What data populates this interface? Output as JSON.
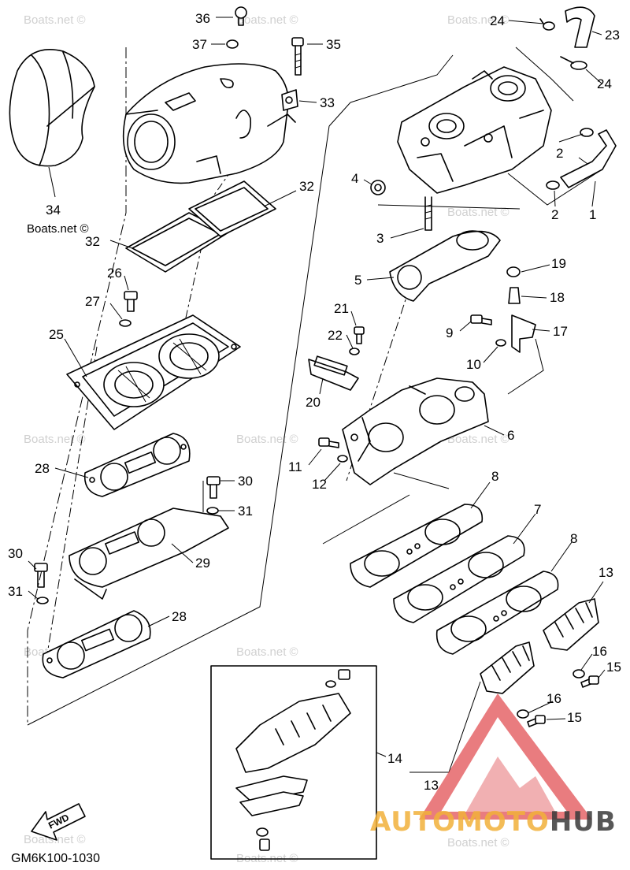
{
  "diagram_code": "GM6K100-1030",
  "credit_text": "Boats.net ©",
  "fwd_label": "FWD",
  "watermark": {
    "text": "Boats.net ©",
    "brand_part1": "AUTOMOTO",
    "brand_part2": "HUB",
    "brand_color1": "#f2b13a",
    "brand_color2": "#3a3a3a",
    "logo_color": "#e0454a"
  },
  "callouts": [
    {
      "id": "c36",
      "label": "36"
    },
    {
      "id": "c37",
      "label": "37"
    },
    {
      "id": "c35",
      "label": "35"
    },
    {
      "id": "c33",
      "label": "33"
    },
    {
      "id": "c34",
      "label": "34"
    },
    {
      "id": "c32a",
      "label": "32"
    },
    {
      "id": "c32b",
      "label": "32"
    },
    {
      "id": "c26",
      "label": "26"
    },
    {
      "id": "c27",
      "label": "27"
    },
    {
      "id": "c25",
      "label": "25"
    },
    {
      "id": "c28a",
      "label": "28"
    },
    {
      "id": "c30a",
      "label": "30"
    },
    {
      "id": "c31a",
      "label": "31"
    },
    {
      "id": "c29",
      "label": "29"
    },
    {
      "id": "c30b",
      "label": "30"
    },
    {
      "id": "c31b",
      "label": "31"
    },
    {
      "id": "c28b",
      "label": "28"
    },
    {
      "id": "c24a",
      "label": "24"
    },
    {
      "id": "c23",
      "label": "23"
    },
    {
      "id": "c24b",
      "label": "24"
    },
    {
      "id": "c2a",
      "label": "2"
    },
    {
      "id": "c2b",
      "label": "2"
    },
    {
      "id": "c1",
      "label": "1"
    },
    {
      "id": "c4",
      "label": "4"
    },
    {
      "id": "c3",
      "label": "3"
    },
    {
      "id": "c5",
      "label": "5"
    },
    {
      "id": "c19",
      "label": "19"
    },
    {
      "id": "c18",
      "label": "18"
    },
    {
      "id": "c21",
      "label": "21"
    },
    {
      "id": "c22",
      "label": "22"
    },
    {
      "id": "c9",
      "label": "9"
    },
    {
      "id": "c17",
      "label": "17"
    },
    {
      "id": "c10",
      "label": "10"
    },
    {
      "id": "c20",
      "label": "20"
    },
    {
      "id": "c6",
      "label": "6"
    },
    {
      "id": "c11",
      "label": "11"
    },
    {
      "id": "c12",
      "label": "12"
    },
    {
      "id": "c8a",
      "label": "8"
    },
    {
      "id": "c7",
      "label": "7"
    },
    {
      "id": "c8b",
      "label": "8"
    },
    {
      "id": "c13a",
      "label": "13"
    },
    {
      "id": "c16a",
      "label": "16"
    },
    {
      "id": "c15a",
      "label": "15"
    },
    {
      "id": "c16b",
      "label": "16"
    },
    {
      "id": "c15b",
      "label": "15"
    },
    {
      "id": "c14",
      "label": "14"
    },
    {
      "id": "c13b",
      "label": "13"
    }
  ]
}
